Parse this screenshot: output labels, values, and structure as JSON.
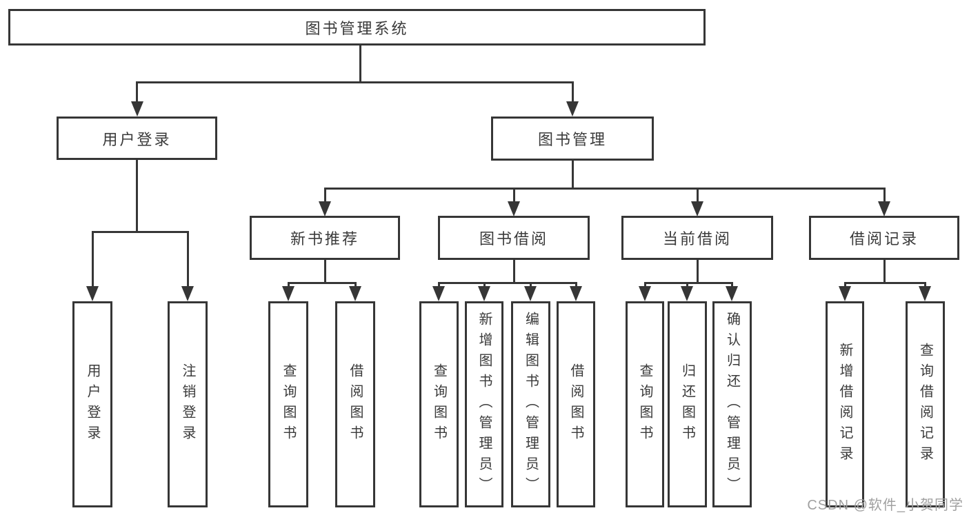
{
  "nodes": {
    "root": "图书管理系统",
    "l2": [
      "用户登录",
      "图书管理"
    ],
    "l3": [
      "新书推荐",
      "图书借阅",
      "当前借阅",
      "借阅记录"
    ],
    "leafUserLogin": [
      "用户登录",
      "注销登录"
    ],
    "leafNewBook": [
      "查询图书",
      "借阅图书"
    ],
    "leafBookBorrow": [
      "查询图书",
      "新增图书（管理员）",
      "编辑图书（管理员）",
      "借阅图书"
    ],
    "leafCurrentBorrow": [
      "查询图书",
      "归还图书",
      "确认归还（管理员）"
    ],
    "leafBorrowRecord": [
      "新增借阅记录",
      "查询借阅记录"
    ]
  },
  "watermark": "CSDN @软件_小贺同学",
  "colors": {
    "line": "#363636",
    "text": "#3a3a3a",
    "watermark": "#a0a0a0",
    "background": "#ffffff"
  }
}
